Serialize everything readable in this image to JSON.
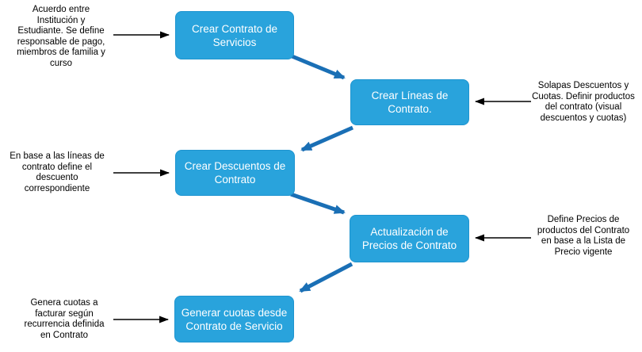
{
  "theme": {
    "background": "#ffffff",
    "node_fill": "#29a3dc",
    "node_border": "#1e94cf",
    "node_text": "#ffffff",
    "connector_blue": "#1a6fb5",
    "annotation_arrow": "#000000",
    "annotation_text": "#000000"
  },
  "diagram": {
    "nodes": [
      {
        "id": "crear-contrato-de-servicios",
        "label": "Crear Contrato de\nServicios"
      },
      {
        "id": "crear-lineas-de-contrato",
        "label": "Crear Líneas de\nContrato."
      },
      {
        "id": "crear-descuentos-de-contrato",
        "label": "Crear Descuentos de\nContrato"
      },
      {
        "id": "actualizacion-de-precios-de-contrato",
        "label": "Actualización de\nPrecios de Contrato"
      },
      {
        "id": "generar-cuotas-desde-contrato",
        "label": "Generar cuotas desde\nContrato de Servicio"
      }
    ],
    "connections": [
      {
        "from": "crear-contrato-de-servicios",
        "to": "crear-lineas-de-contrato"
      },
      {
        "from": "crear-lineas-de-contrato",
        "to": "crear-descuentos-de-contrato"
      },
      {
        "from": "crear-descuentos-de-contrato",
        "to": "actualizacion-de-precios-de-contrato"
      },
      {
        "from": "actualizacion-de-precios-de-contrato",
        "to": "generar-cuotas-desde-contrato"
      }
    ],
    "annotations": [
      {
        "side": "left",
        "target": "crear-contrato-de-servicios",
        "text": "Acuerdo entre\nInstitución y\nEstudiante. Se define\nresponsable de pago,\nmiembros de familia y\ncurso"
      },
      {
        "side": "right",
        "target": "crear-lineas-de-contrato",
        "text": "Solapas Descuentos y\nCuotas. Definir productos\ndel contrato (visual\ndescuentos y cuotas)"
      },
      {
        "side": "left",
        "target": "crear-descuentos-de-contrato",
        "text": "En base a las líneas de\ncontrato define el\ndescuento\ncorrespondiente"
      },
      {
        "side": "right",
        "target": "actualizacion-de-precios-de-contrato",
        "text": "Define Precios de\nproductos del Contrato\nen base a la Lista de\nPrecio vigente"
      },
      {
        "side": "left",
        "target": "generar-cuotas-desde-contrato",
        "text": "Genera cuotas a\nfacturar según\nrecurrencia definida\nen Contrato"
      }
    ]
  }
}
